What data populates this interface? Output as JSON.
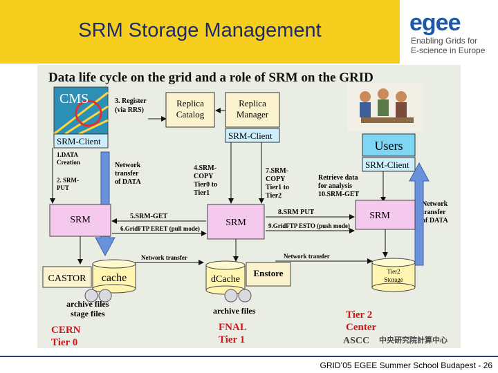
{
  "slide": {
    "title": "SRM Storage Management",
    "footer": "GRID’05 EGEE Summer School Budapest - 26"
  },
  "logo": {
    "wordmark": "egee",
    "tagline_line1": "Enabling Grids for",
    "tagline_line2": "E-science in Europe"
  },
  "diagram": {
    "title": "Data  life cycle on the grid and a role of SRM on the GRID",
    "cms_label": "CMS",
    "srm_client": "SRM-Client",
    "srm": "SRM",
    "users": "Users",
    "replica_catalog": [
      "Replica",
      "Catalog"
    ],
    "replica_manager": [
      "Replica",
      "Manager"
    ],
    "register": [
      "3. Register",
      "(via RRS)"
    ],
    "ldata": [
      "1.DATA",
      "Creation"
    ],
    "srm_put_step": [
      "2. SRM-",
      "PUT"
    ],
    "network_transfer_of_data": [
      "Network",
      "transfer",
      "of DATA"
    ],
    "srm_copy_tier0": [
      "4.SRM-",
      "COPY",
      "Tier0 to",
      "Tier1"
    ],
    "srm_copy_tier1": [
      "7.SRM-",
      "COPY",
      "Tier1 to",
      "Tier2"
    ],
    "retrieve_data": [
      "Retrieve data",
      "for analysis",
      "10.SRM-GET"
    ],
    "srm_get": "5.SRM-GET",
    "gridftp_eret": "6.GridFTP ERET (pull mode)",
    "srm_put_8": "8.SRM PUT",
    "gridftp_esto": "9.GridFTP ESTO (push mode)",
    "network_transfer": "Network transfer",
    "castor": "CASTOR",
    "cache": "cache",
    "dcache": "dCache",
    "enstore": "Enstore",
    "tier2_storage": [
      "Tier2",
      "Storage"
    ],
    "archive_stage": [
      "archive files",
      "stage files"
    ],
    "archive_files": "archive files",
    "cern": [
      "CERN",
      "Tier 0"
    ],
    "fnal": [
      "FNAL",
      "Tier 1"
    ],
    "tier2_center": [
      "Tier 2",
      "Center"
    ],
    "ascc": "ASCC",
    "ascc_chinese": "中央研究院計算中心"
  },
  "colors": {
    "header": "#f6cf1e",
    "title_text": "#1d2b6b",
    "figure_bg": "#e9ede4",
    "srm_box": "#f5c8ee",
    "client_box": "#cdeefa",
    "cylinder": "#fff4b0",
    "box_fill": "#fbf3cd",
    "arrow_blue": "#6a92dc",
    "site_red": "#d3141b"
  }
}
